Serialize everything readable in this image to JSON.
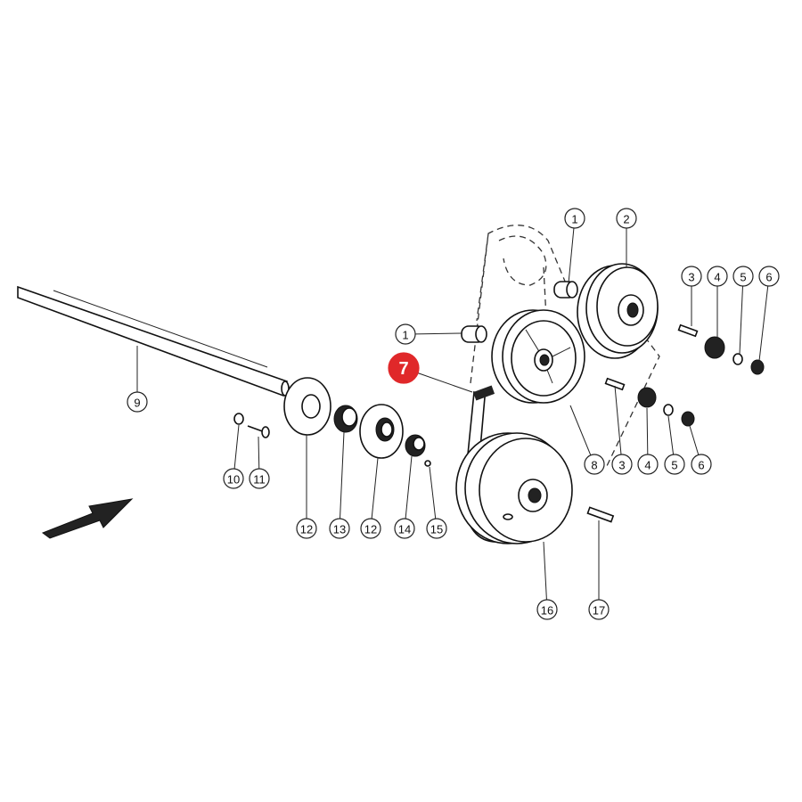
{
  "diagram": {
    "highlight_color": "#e0282a",
    "callouts": [
      {
        "label": "1",
        "part": "bushing-upper"
      },
      {
        "label": "2",
        "part": "pulley-upper-right"
      },
      {
        "label": "3",
        "part": "key-upper"
      },
      {
        "label": "4",
        "part": "washer-upper"
      },
      {
        "label": "5",
        "part": "spring-washer-upper"
      },
      {
        "label": "6",
        "part": "nut-upper"
      },
      {
        "label": "1",
        "part": "bushing-left"
      },
      {
        "label": "7",
        "part": "v-belt",
        "highlighted": true
      },
      {
        "label": "8",
        "part": "idler-pulley"
      },
      {
        "label": "3",
        "part": "key-lower"
      },
      {
        "label": "4",
        "part": "washer-lower"
      },
      {
        "label": "5",
        "part": "spring-washer-lower"
      },
      {
        "label": "6",
        "part": "nut-lower"
      },
      {
        "label": "9",
        "part": "shaft"
      },
      {
        "label": "10",
        "part": "washer-small"
      },
      {
        "label": "11",
        "part": "bolt"
      },
      {
        "label": "12",
        "part": "flange-left"
      },
      {
        "label": "13",
        "part": "bearing"
      },
      {
        "label": "12",
        "part": "flange-right"
      },
      {
        "label": "14",
        "part": "collar"
      },
      {
        "label": "15",
        "part": "set-screw"
      },
      {
        "label": "16",
        "part": "pulley-lower"
      },
      {
        "label": "17",
        "part": "key-long"
      }
    ]
  }
}
